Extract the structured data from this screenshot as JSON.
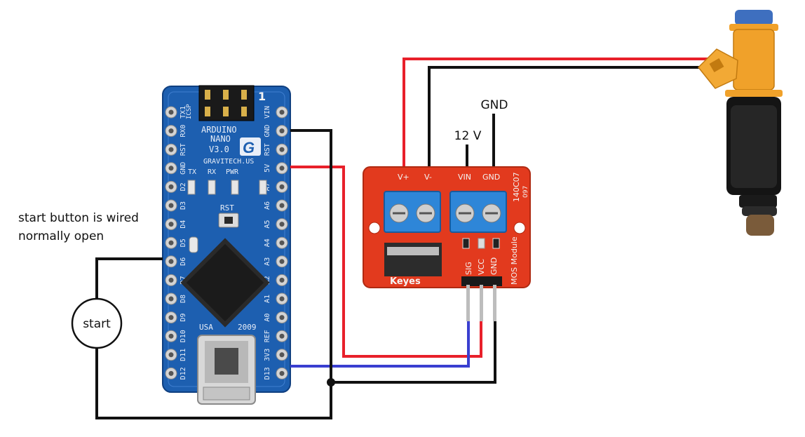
{
  "labels": {
    "gnd_wire": "GND",
    "supply_wire": "12 V",
    "note_line1": "start button is wired",
    "note_line2": "normally open",
    "start_button": "start"
  },
  "arduino": {
    "title1": "ARDUINO",
    "title2": "NANO",
    "version": "V3.0",
    "maker": "GRAVITECH.US",
    "logo": "G",
    "led_tx": "TX",
    "led_rx": "RX",
    "led_pwr": "PWR",
    "reset": "RST",
    "icsp": "ICSP",
    "icsp_pin": "1",
    "country": "USA",
    "year": "2009",
    "left_pins": [
      "TX1",
      "RX0",
      "RST",
      "GND",
      "D2",
      "D3",
      "D4",
      "D5",
      "D6",
      "D7",
      "D8",
      "D9",
      "D10",
      "D11",
      "D12"
    ],
    "right_pins": [
      "VIN",
      "GND",
      "RST",
      "5V",
      "A7",
      "A6",
      "A5",
      "A4",
      "A3",
      "A2",
      "A1",
      "A0",
      "REF",
      "3V3",
      "D13"
    ]
  },
  "mosfet_module": {
    "v_plus": "V+",
    "v_minus": "V-",
    "vin": "VIN",
    "gnd": "GND",
    "sig": "SIG",
    "vcc": "VCC",
    "gnd2": "GND",
    "brand": "Keyes",
    "title": "MOS Module",
    "part": "140C07",
    "code": "097"
  },
  "colors": {
    "wire_black": "#111111",
    "wire_red": "#e8202a",
    "wire_blue": "#3a3fd0",
    "board_blue": "#1d5fb0",
    "module_red": "#e23a1e",
    "terminal_blue": "#2e86d8",
    "injector_orange": "#f0a12a"
  }
}
